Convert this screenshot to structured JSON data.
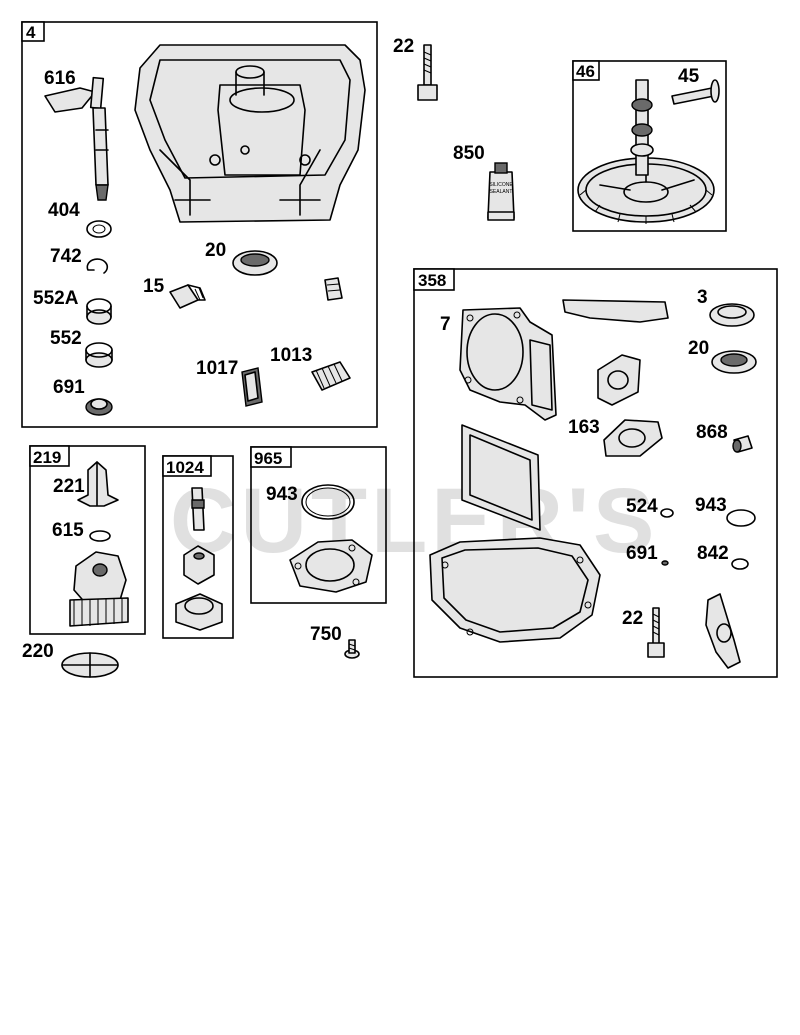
{
  "watermark": "CUTLER'S",
  "groups": [
    {
      "id": "4",
      "label": "4"
    },
    {
      "id": "46",
      "label": "46"
    },
    {
      "id": "358",
      "label": "358"
    },
    {
      "id": "219",
      "label": "219"
    },
    {
      "id": "1024",
      "label": "1024"
    },
    {
      "id": "965",
      "label": "965"
    }
  ],
  "callouts": {
    "c616": "616",
    "c404": "404",
    "c742": "742",
    "c15": "15",
    "c552a": "552A",
    "c552": "552",
    "c691a": "691",
    "c20a": "20",
    "c1017": "1017",
    "c1013": "1013",
    "c22a": "22",
    "c850": "850",
    "c45": "45",
    "c7": "7",
    "c3": "3",
    "c20b": "20",
    "c163": "163",
    "c868": "868",
    "c524": "524",
    "c943b": "943",
    "c691b": "691",
    "c842": "842",
    "c22b": "22",
    "c221": "221",
    "c615": "615",
    "c220": "220",
    "c943a": "943",
    "c750": "750"
  },
  "product_text": [
    "SILICONE",
    "SEALANT"
  ]
}
